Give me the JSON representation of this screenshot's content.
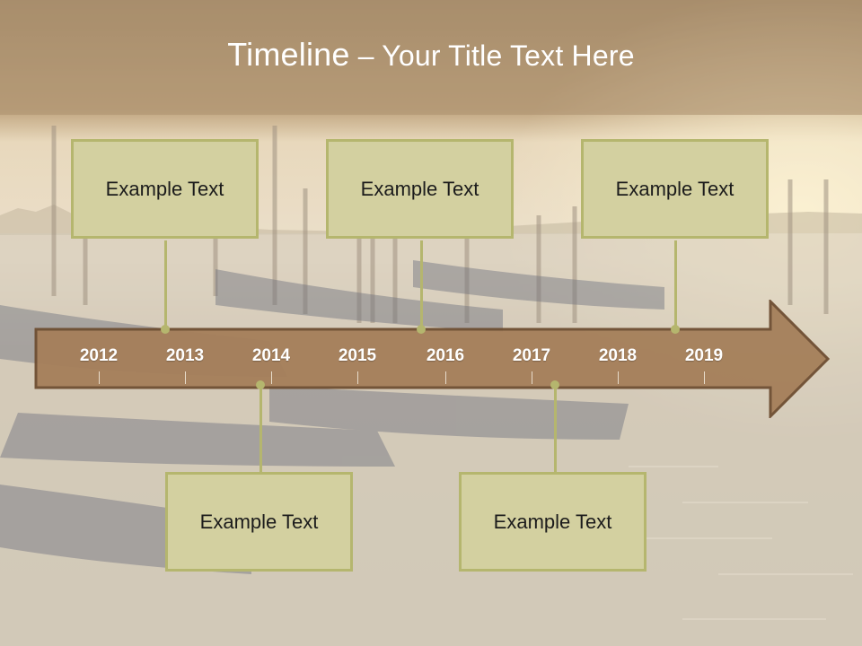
{
  "title": {
    "main": "Timeline",
    "dash": " – ",
    "subtitle": "Your Title Text Here"
  },
  "colors": {
    "arrow_fill": "#a57f5a",
    "arrow_border": "#6e4e32",
    "box_fill": "#d3d0a0",
    "box_border": "#b5b66e",
    "header_band": "#9b7a52"
  },
  "timeline": {
    "years": [
      "2012",
      "2013",
      "2014",
      "2015",
      "2016",
      "2017",
      "2018",
      "2019"
    ]
  },
  "events": [
    {
      "label": "Example Text",
      "position": "above"
    },
    {
      "label": "Example Text",
      "position": "above"
    },
    {
      "label": "Example Text",
      "position": "above"
    },
    {
      "label": "Example Text",
      "position": "below"
    },
    {
      "label": "Example Text",
      "position": "below"
    }
  ]
}
